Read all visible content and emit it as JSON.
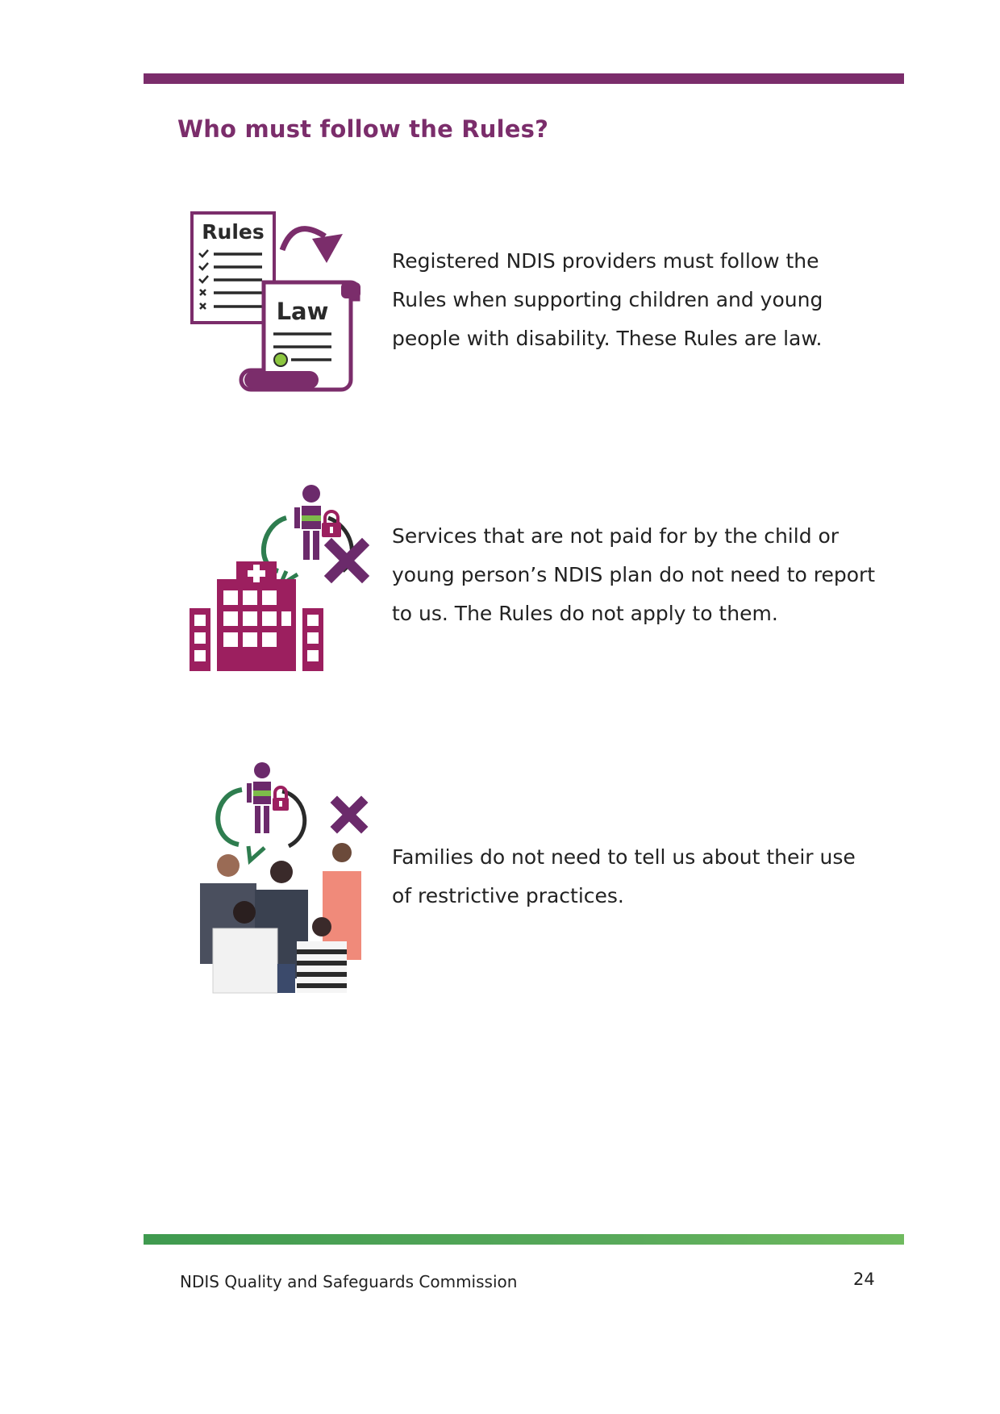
{
  "header": {
    "title": "Who must follow the Rules?"
  },
  "sections": [
    {
      "text": "Registered NDIS providers must follow the Rules when supporting children and young people with disability. These Rules are law.",
      "icon": "rules-law-document-icon",
      "labels": {
        "rules": "Rules",
        "law": "Law"
      }
    },
    {
      "text": "Services that are not paid for by the child or young person’s NDIS plan do not need to report to us. The Rules do not apply to them.",
      "icon": "hospital-restricted-person-icon"
    },
    {
      "text": "Families do not need to tell us about their use of restrictive practices.",
      "icon": "family-restricted-person-icon"
    }
  ],
  "footer": {
    "organisation": "NDIS Quality and Safeguards Commission",
    "page_number": "24"
  },
  "colors": {
    "purple": "#7b2d6b",
    "magenta": "#9c1f5f",
    "green": "#5aa95a",
    "lime": "#8cc63f"
  }
}
